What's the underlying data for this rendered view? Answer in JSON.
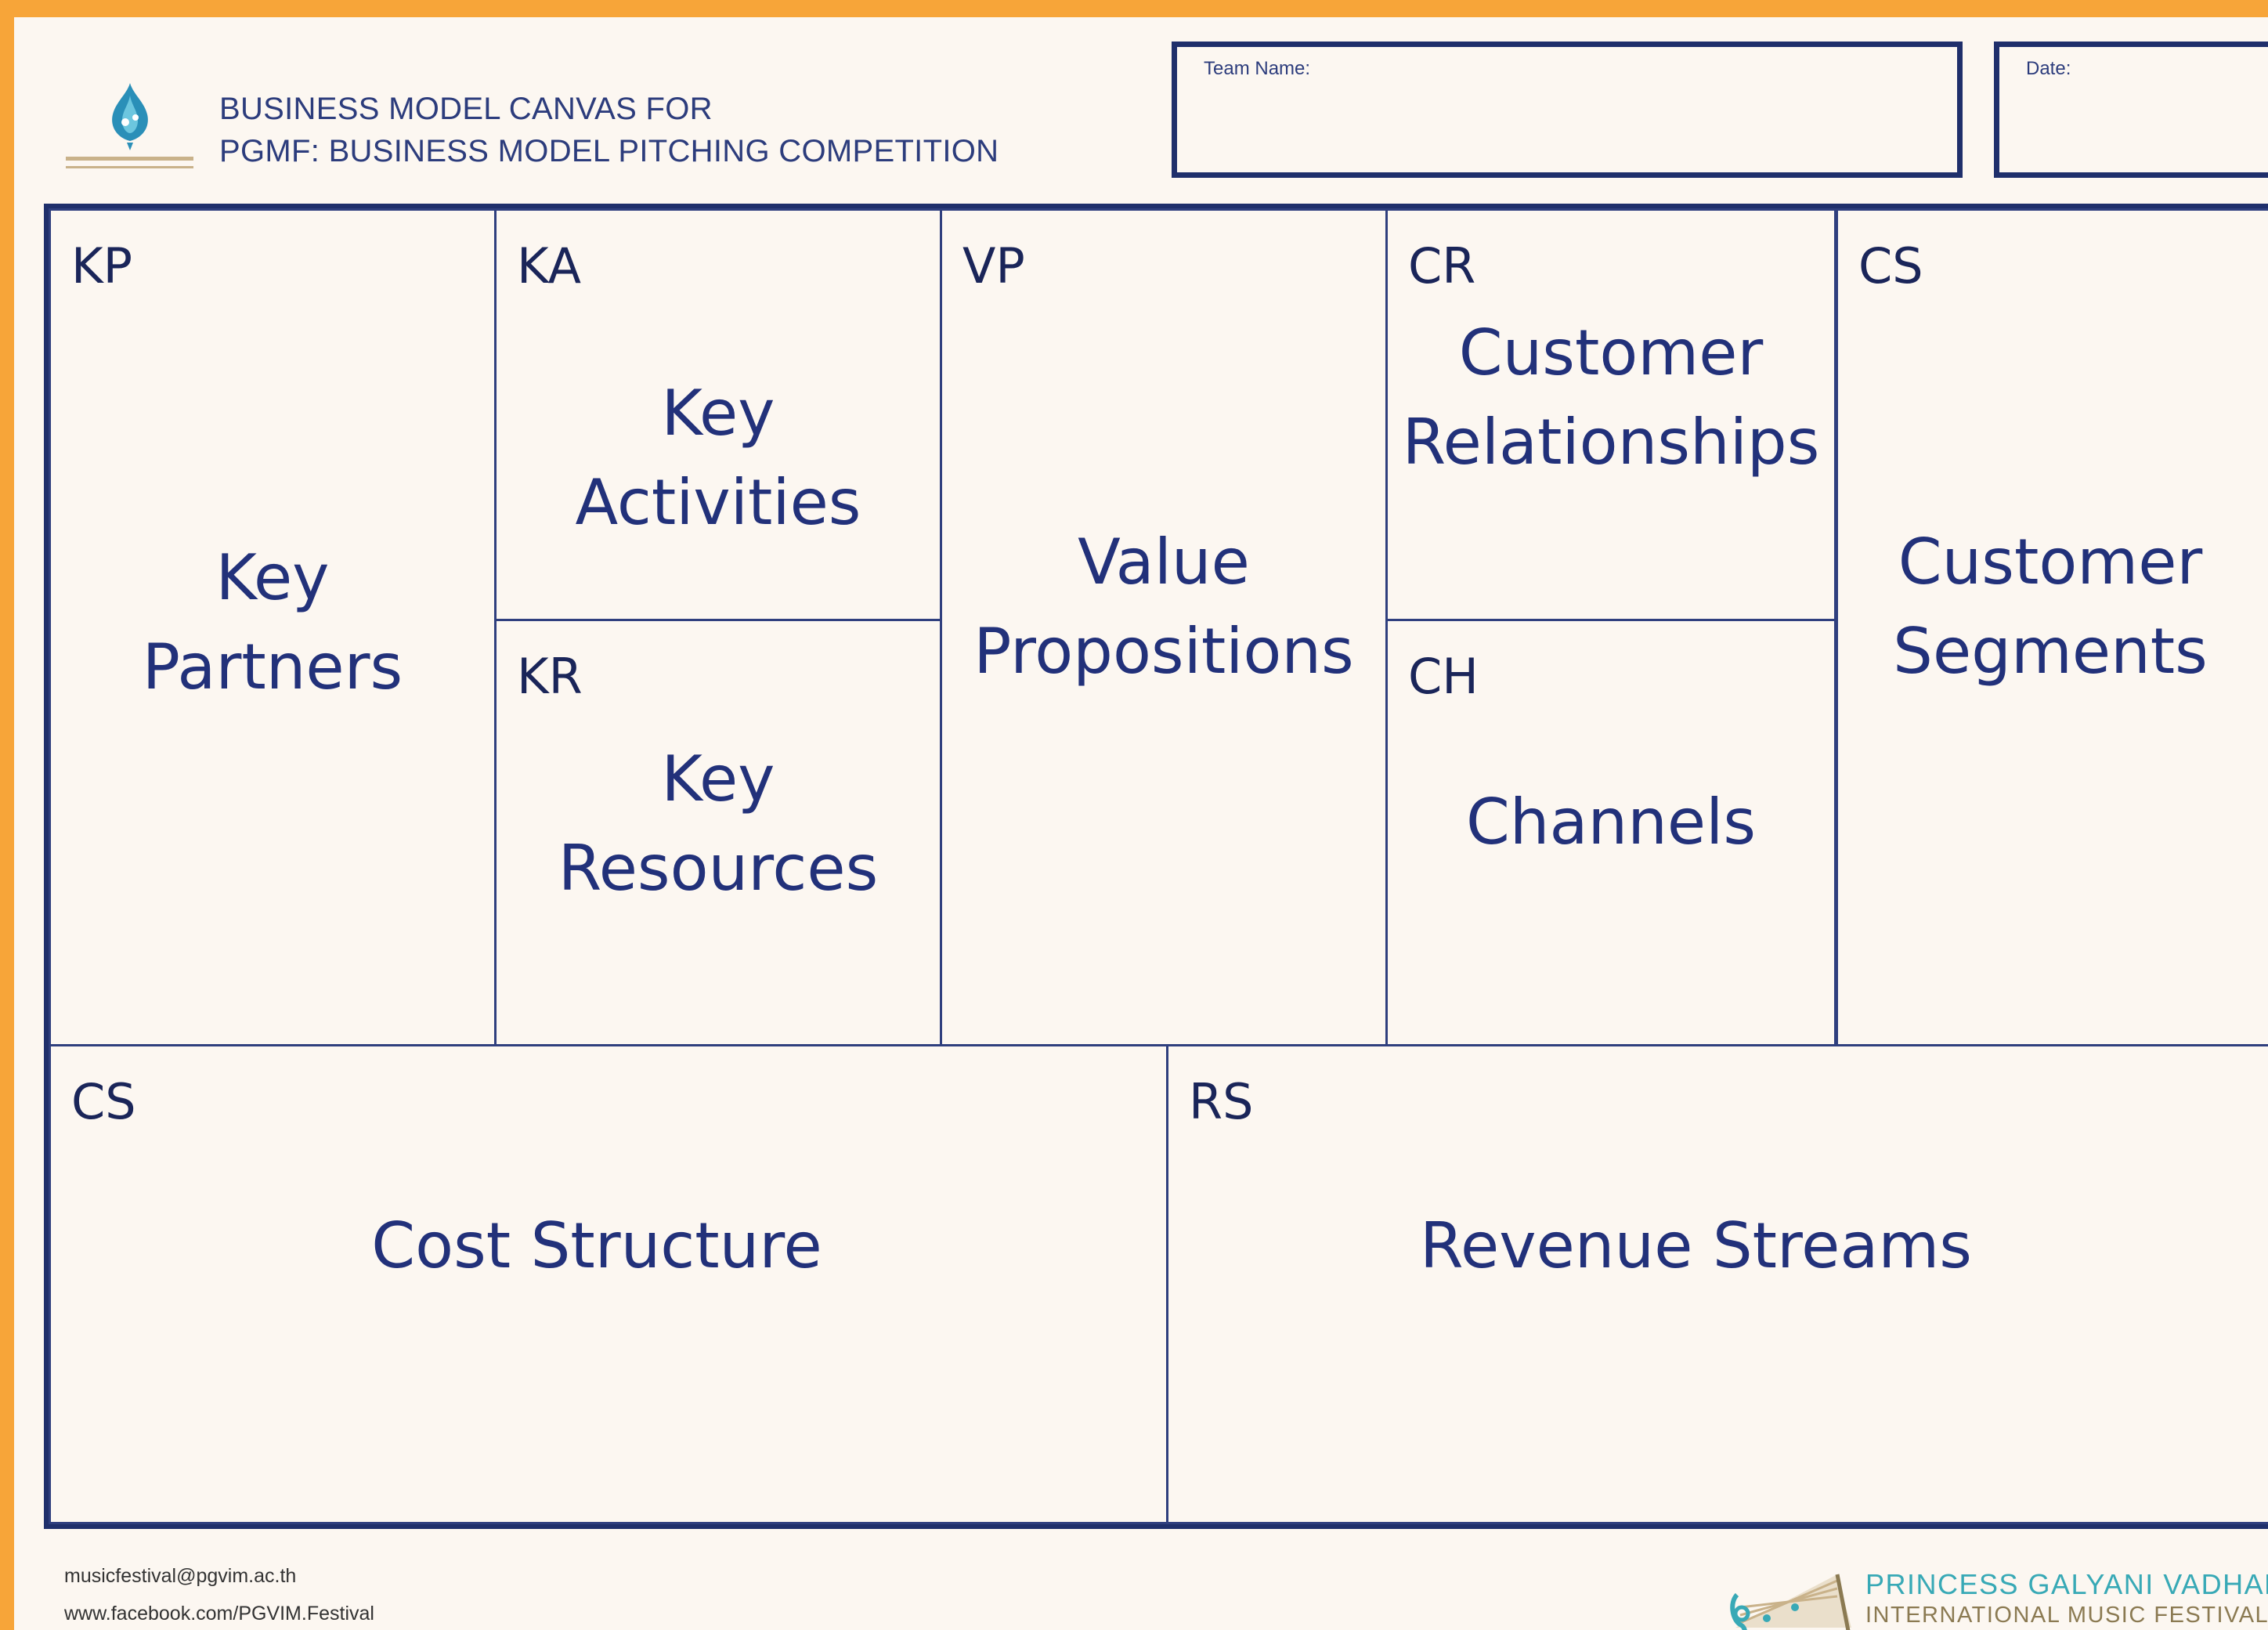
{
  "header": {
    "title_line1": "BUSINESS MODEL CANVAS FOR",
    "title_line2": "PGMF: BUSINESS MODEL PITCHING COMPETITION",
    "team_name_label": "Team Name:",
    "date_label": "Date:"
  },
  "blocks": {
    "kp": {
      "code": "KP",
      "name_line1": "Key",
      "name_line2": "Partners"
    },
    "ka": {
      "code": "KA",
      "name_line1": "Key",
      "name_line2": "Activities"
    },
    "kr": {
      "code": "KR",
      "name_line1": "Key",
      "name_line2": "Resources"
    },
    "vp": {
      "code": "VP",
      "name_line1": "Value",
      "name_line2": "Propositions"
    },
    "cr": {
      "code": "CR",
      "name_line1": "Customer",
      "name_line2": "Relationships"
    },
    "ch": {
      "code": "CH",
      "name_line1": "Channels"
    },
    "cs_segments": {
      "code": "CS",
      "name_line1": "Customer",
      "name_line2": "Segments"
    },
    "cs_cost": {
      "code": "CS",
      "name_line1": "Cost Structure"
    },
    "rs": {
      "code": "RS",
      "name_line1": "Revenue Streams"
    }
  },
  "footer": {
    "email": "musicfestival@pgvim.ac.th",
    "facebook": "www.facebook.com/PGVIM.Festival",
    "festival_line1": "PRINCESS GALYANI VADHANA",
    "festival_line2": "INTERNATIONAL MUSIC FESTIVAL"
  },
  "colors": {
    "frame": "#f7a539",
    "paper": "#fcf7f1",
    "ink": "#1f2f6b",
    "festival_teal": "#38a9b6",
    "festival_gold": "#8b7a52"
  },
  "icons": [
    "pgvim-logo-icon",
    "festival-logo-icon"
  ]
}
